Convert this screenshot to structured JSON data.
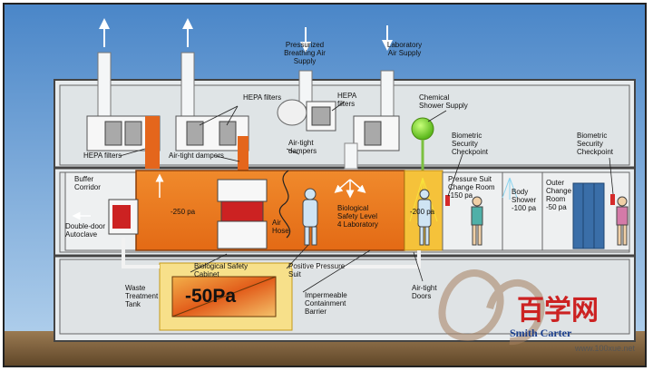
{
  "diagram": {
    "labels": {
      "pressurized_air": [
        "Pressurized",
        "Breathing Air",
        "Supply"
      ],
      "lab_air": [
        "Laboratory",
        "Air Supply"
      ],
      "hepa_top": [
        "HEPA filters"
      ],
      "hepa_left": [
        "HEPA filters"
      ],
      "hepa_mid": [
        "HEPA",
        "filters"
      ],
      "air_tight_dampers_1": [
        "Air-tight dampers"
      ],
      "air_tight_dampers_2": [
        "Air-tight",
        "dampers"
      ],
      "chemical_shower": [
        "Chemical",
        "Shower Supply"
      ],
      "biometric_1": [
        "Biometric",
        "Security",
        "Checkpoint"
      ],
      "biometric_2": [
        "Biometric",
        "Security",
        "Checkpoint"
      ],
      "buffer_corridor": [
        "Buffer",
        "Corridor"
      ],
      "autoclave": [
        "Double-door",
        "Autoclave"
      ],
      "pa_250": [
        "-250 pa"
      ],
      "air_hose": [
        "Air",
        "Hose"
      ],
      "bsl4": [
        "Biological",
        "Safety Level",
        "4 Laboratory"
      ],
      "pa_200": [
        "-200 pa"
      ],
      "suit_change": [
        "Pressure Suit",
        "Change Room",
        "-150 pa"
      ],
      "body_shower": [
        "Body",
        "Shower",
        "-100 pa"
      ],
      "outer_change": [
        "Outer",
        "Change",
        "Room",
        "-50 pa"
      ],
      "bio_cabinet": [
        "Biological Safety",
        "Cabinet"
      ],
      "waste_tank": [
        "Waste",
        "Treatment",
        "Tank"
      ],
      "pressure_suit": [
        "Positive Pressure",
        "Suit"
      ],
      "barrier": [
        "Impermeable",
        "Containment",
        "Barrier"
      ],
      "air_tight_doors": [
        "Air-tight",
        "Doors"
      ],
      "neg_50": "-50Pa"
    },
    "watermark": {
      "chinese": "百学网",
      "brand": "Smith Carter",
      "url": "www.100xue.net"
    }
  }
}
